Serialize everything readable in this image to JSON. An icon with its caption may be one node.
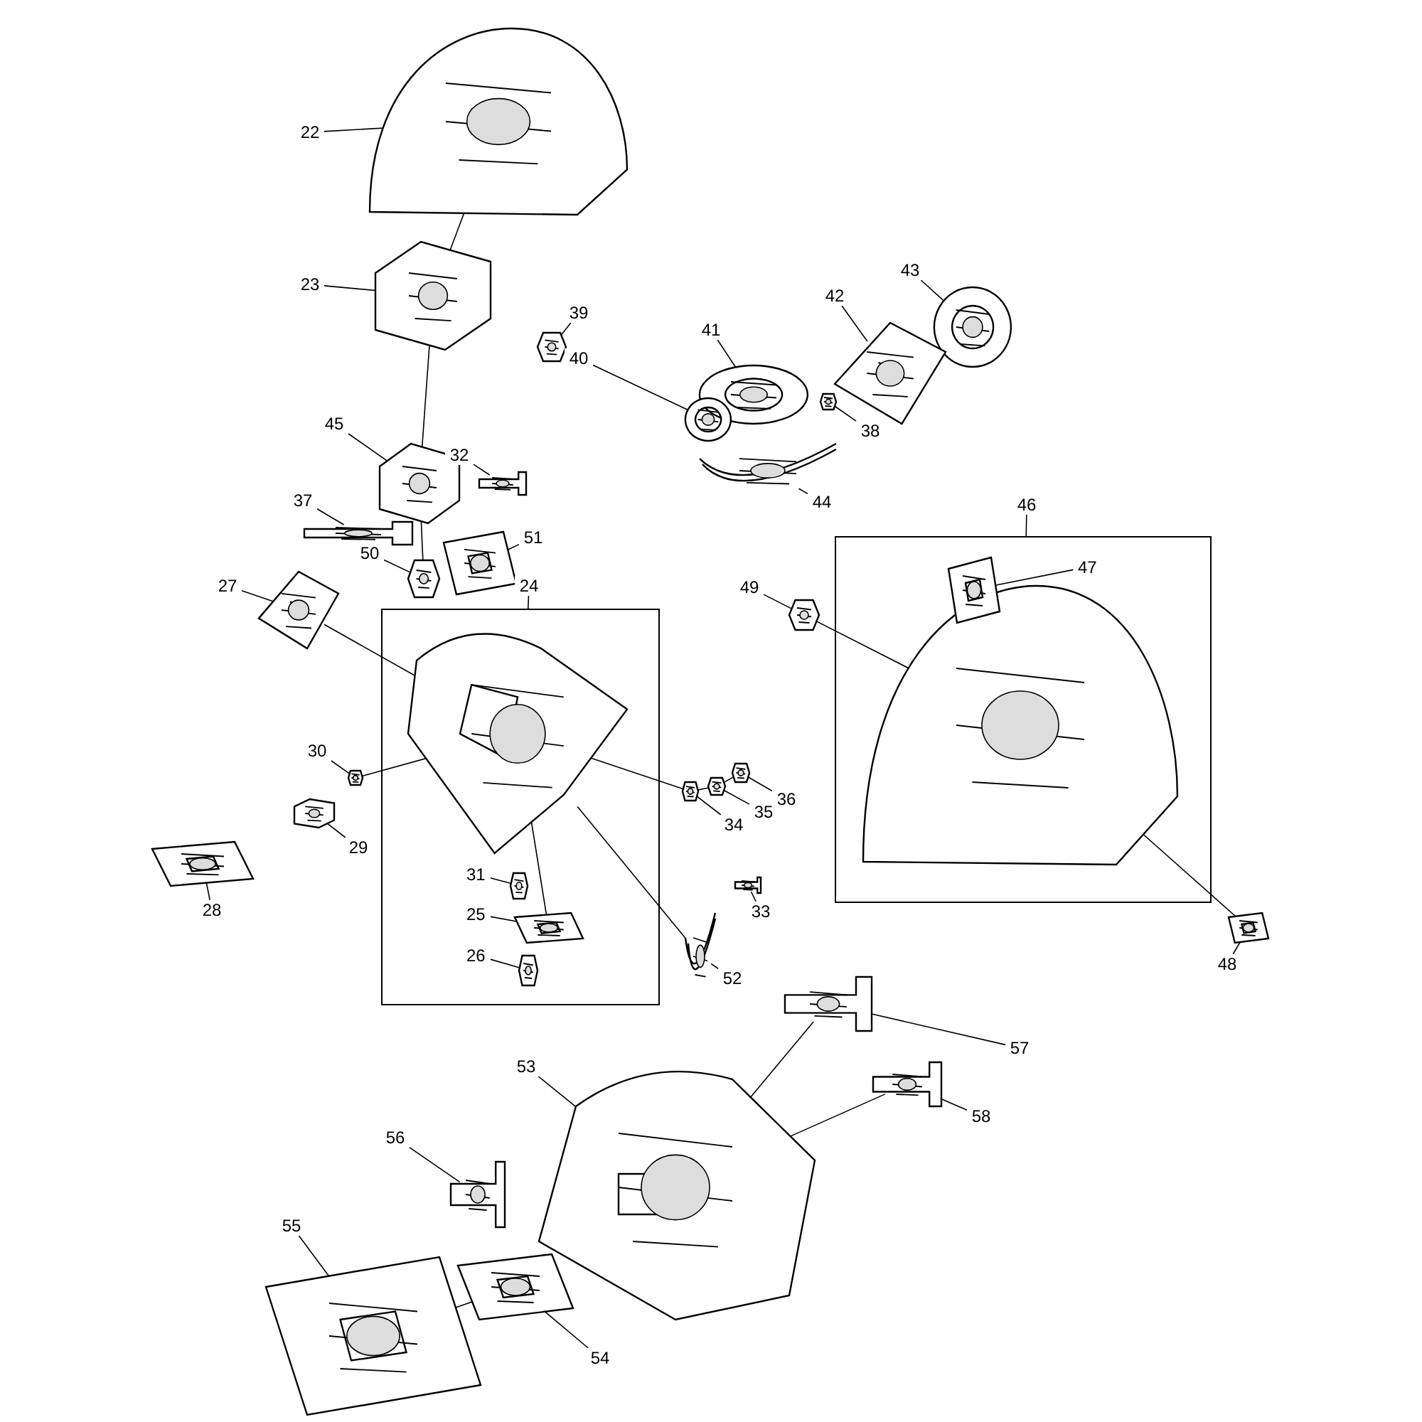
{
  "diagram": {
    "nodes": [
      {
        "text": [
          "22"
        ]
      },
      {
        "text": [],
        "shape": "picture"
      },
      {
        "text": [
          "23"
        ]
      },
      {
        "text": [],
        "shape": "picture"
      },
      {
        "text": [
          "39"
        ]
      },
      {
        "text": [],
        "shape": "picture"
      },
      {
        "text": [
          "43"
        ]
      },
      {
        "text": [],
        "shape": "picture"
      },
      {
        "text": [
          "42"
        ]
      },
      {
        "text": [],
        "shape": "picture"
      },
      {
        "text": [
          "41"
        ]
      },
      {
        "text": [],
        "shape": "picture"
      },
      {
        "text": [
          "40"
        ]
      },
      {
        "text": [],
        "shape": "picture"
      },
      {
        "text": [
          "38"
        ]
      },
      {
        "text": [],
        "shape": "picture"
      },
      {
        "text": [
          "32"
        ]
      },
      {
        "text": [],
        "shape": "picture"
      },
      {
        "text": [
          "45"
        ]
      },
      {
        "text": [],
        "shape": "picture"
      },
      {
        "text": [
          "44"
        ]
      },
      {
        "text": [],
        "shape": "picture"
      },
      {
        "text": [
          "37"
        ]
      },
      {
        "text": [],
        "shape": "picture"
      },
      {
        "text": [
          "46"
        ]
      },
      {
        "text": [],
        "shape": "box"
      },
      {
        "text": [],
        "shape": "picture",
        "in": 25
      },
      {
        "text": [
          "47"
        ],
        "in": 25
      },
      {
        "text": [],
        "shape": "picture",
        "in": 25
      },
      {
        "text": [
          "50"
        ]
      },
      {
        "text": [],
        "shape": "picture"
      },
      {
        "text": [
          "51"
        ]
      },
      {
        "text": [],
        "shape": "picture"
      },
      {
        "text": [
          "27"
        ]
      },
      {
        "text": [],
        "shape": "picture"
      },
      {
        "text": [
          "24"
        ]
      },
      {
        "text": [],
        "shape": "box"
      },
      {
        "text": [],
        "shape": "picture",
        "in": 36
      },
      {
        "text": [
          "49"
        ]
      },
      {
        "text": [],
        "shape": "picture"
      },
      {
        "text": [
          "30"
        ]
      },
      {
        "text": [],
        "shape": "picture"
      },
      {
        "text": [
          "36"
        ]
      },
      {
        "text": [],
        "shape": "picture"
      },
      {
        "text": [
          "35"
        ]
      },
      {
        "text": [],
        "shape": "picture"
      },
      {
        "text": [
          "34"
        ]
      },
      {
        "text": [],
        "shape": "picture"
      },
      {
        "text": [
          "29"
        ]
      },
      {
        "text": [],
        "shape": "picture"
      },
      {
        "text": [
          "28"
        ]
      },
      {
        "text": [],
        "shape": "picture"
      },
      {
        "text": [
          "31"
        ],
        "in": 36
      },
      {
        "text": [],
        "shape": "picture",
        "in": 36
      },
      {
        "text": [
          "33"
        ]
      },
      {
        "text": [],
        "shape": "picture"
      },
      {
        "text": [
          "25"
        ],
        "in": 36
      },
      {
        "text": [],
        "shape": "picture",
        "in": 36
      },
      {
        "text": [
          "26"
        ],
        "in": 36
      },
      {
        "text": [],
        "shape": "picture",
        "in": 36
      },
      {
        "text": [
          "52"
        ]
      },
      {
        "text": [],
        "shape": "picture"
      },
      {
        "text": [
          "48"
        ]
      },
      {
        "text": [],
        "shape": "picture"
      },
      {
        "text": [
          "57"
        ]
      },
      {
        "text": [],
        "shape": "picture"
      },
      {
        "text": [
          "53"
        ]
      },
      {
        "text": [],
        "shape": "picture"
      },
      {
        "text": [
          "58"
        ]
      },
      {
        "text": [],
        "shape": "picture"
      },
      {
        "text": [
          "56"
        ]
      },
      {
        "text": [],
        "shape": "picture"
      },
      {
        "text": [
          "55"
        ]
      },
      {
        "text": [],
        "shape": "picture"
      },
      {
        "text": [
          "54"
        ]
      },
      {
        "text": [],
        "shape": "picture"
      }
    ],
    "edges": [
      {
        "from": 0,
        "to": 1,
        "arrow": "none"
      },
      {
        "from": 2,
        "to": 3,
        "arrow": "none"
      },
      {
        "from": 4,
        "to": 5,
        "arrow": "none"
      },
      {
        "from": 6,
        "to": 7,
        "arrow": "none"
      },
      {
        "from": 8,
        "to": 9,
        "arrow": "none"
      },
      {
        "from": 10,
        "to": 11,
        "arrow": "none"
      },
      {
        "from": 12,
        "to": 13,
        "arrow": "none"
      },
      {
        "from": 14,
        "to": 15,
        "arrow": "none"
      },
      {
        "from": 16,
        "to": 17,
        "arrow": "none"
      },
      {
        "from": 18,
        "to": 19,
        "arrow": "none"
      },
      {
        "from": 20,
        "to": 21,
        "arrow": "none"
      },
      {
        "from": 22,
        "to": 23,
        "arrow": "none"
      },
      {
        "from": 24,
        "to": 25,
        "arrow": "none"
      },
      {
        "from": 27,
        "to": 28,
        "arrow": "none"
      },
      {
        "from": 29,
        "to": 30,
        "arrow": "none"
      },
      {
        "from": 31,
        "to": 32,
        "arrow": "none"
      },
      {
        "from": 33,
        "to": 34,
        "arrow": "none"
      },
      {
        "from": 35,
        "to": 36,
        "arrow": "none"
      },
      {
        "from": 38,
        "to": 39,
        "arrow": "none"
      },
      {
        "from": 40,
        "to": 41,
        "arrow": "none"
      },
      {
        "from": 42,
        "to": 43,
        "arrow": "none"
      },
      {
        "from": 44,
        "to": 45,
        "arrow": "none"
      },
      {
        "from": 46,
        "to": 47,
        "arrow": "none"
      },
      {
        "from": 48,
        "to": 49,
        "arrow": "none"
      },
      {
        "from": 50,
        "to": 51,
        "arrow": "none"
      },
      {
        "from": 52,
        "to": 53,
        "arrow": "none"
      },
      {
        "from": 54,
        "to": 55,
        "arrow": "none"
      },
      {
        "from": 56,
        "to": 57,
        "arrow": "none"
      },
      {
        "from": 58,
        "to": 59,
        "arrow": "none"
      },
      {
        "from": 60,
        "to": 61,
        "arrow": "none"
      },
      {
        "from": 62,
        "to": 63,
        "arrow": "none"
      },
      {
        "from": 64,
        "to": 65,
        "arrow": "none"
      },
      {
        "from": 66,
        "to": 67,
        "arrow": "none"
      },
      {
        "from": 68,
        "to": 69,
        "arrow": "none"
      },
      {
        "from": 70,
        "to": 71,
        "arrow": "none"
      },
      {
        "from": 72,
        "to": 73,
        "arrow": "none"
      },
      {
        "from": 74,
        "to": 75,
        "arrow": "none"
      },
      {
        "from": 1,
        "to": 3,
        "arrow": "none"
      },
      {
        "from": 3,
        "to": 19,
        "arrow": "none"
      },
      {
        "from": 19,
        "to": 30,
        "arrow": "none"
      },
      {
        "from": 34,
        "to": 37,
        "arrow": "none"
      },
      {
        "from": 41,
        "to": 37,
        "arrow": "none"
      },
      {
        "from": 37,
        "to": 57,
        "arrow": "none"
      },
      {
        "from": 39,
        "to": 26,
        "arrow": "none"
      },
      {
        "from": 63,
        "to": 26,
        "arrow": "none"
      },
      {
        "from": 43,
        "to": 45,
        "arrow": "none"
      },
      {
        "from": 45,
        "to": 47,
        "arrow": "none"
      },
      {
        "from": 47,
        "to": 37,
        "arrow": "none"
      },
      {
        "from": 61,
        "to": 37,
        "arrow": "none"
      },
      {
        "from": 65,
        "to": 67,
        "arrow": "none"
      },
      {
        "from": 69,
        "to": 67,
        "arrow": "none"
      },
      {
        "from": 75,
        "to": 73,
        "arrow": "none"
      }
    ]
  }
}
